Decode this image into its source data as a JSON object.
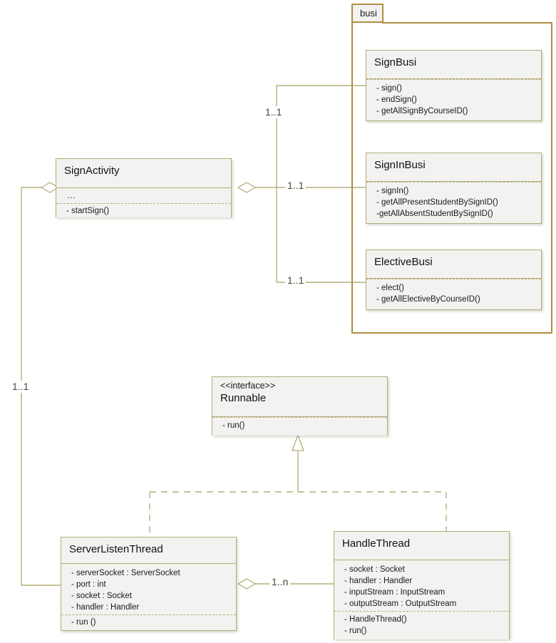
{
  "diagram": {
    "kind": "uml-class-diagram",
    "colors": {
      "package_border": "#b08d3f",
      "class_border": "#b5ad79",
      "class_fill": "#f2f2f0",
      "connector": "#b5ad79",
      "label_text": "#4a4632",
      "background": "#ffffff"
    }
  },
  "package": {
    "name": "busi"
  },
  "classes": {
    "sign_busi": {
      "name": "SignBusi",
      "attributes": [],
      "operations": [
        "- sign()",
        "- endSign()",
        "- getAllSignByCourseID()"
      ]
    },
    "sign_in_busi": {
      "name": "SignInBusi",
      "attributes": [],
      "operations": [
        "- signIn()",
        "- getAllPresentStudentBySignID()",
        "-getAllAbsentStudentBySignID()"
      ]
    },
    "elective_busi": {
      "name": "ElectiveBusi",
      "attributes": [],
      "operations": [
        "- elect()",
        "- getAllElectiveByCourseID()"
      ]
    },
    "sign_activity": {
      "name": "SignActivity",
      "attributes": [
        "..."
      ],
      "operations": [
        "- startSign()"
      ]
    },
    "runnable": {
      "stereotype": "<<interface>>",
      "name": "Runnable",
      "attributes": [],
      "operations": [
        "- run()"
      ]
    },
    "server_listen_thread": {
      "name": "ServerListenThread",
      "attributes": [
        "- serverSocket : ServerSocket",
        "- port : int",
        "- socket : Socket",
        "- handler : Handler"
      ],
      "operations": [
        "- run ()"
      ]
    },
    "handle_thread": {
      "name": "HandleThread",
      "attributes": [
        "- socket : Socket",
        "- handler : Handler",
        "- inputStream : InputStream",
        "- outputStream : OutputStream"
      ],
      "operations": [
        "- HandleThread()",
        "- run()"
      ]
    }
  },
  "connectors": {
    "sign_activity_to_sign_busi": {
      "multiplicity": "1..1",
      "type": "aggregation"
    },
    "sign_activity_to_sign_in_busi": {
      "multiplicity": "1..1",
      "type": "aggregation"
    },
    "sign_activity_to_elective_busi": {
      "multiplicity": "1..1",
      "type": "aggregation"
    },
    "sign_activity_to_server_listen_thread": {
      "multiplicity": "1..1",
      "type": "aggregation"
    },
    "server_listen_thread_to_handle_thread": {
      "multiplicity": "1..n",
      "type": "aggregation"
    },
    "server_listen_thread_realizes_runnable": {
      "multiplicity": "",
      "type": "realization"
    },
    "handle_thread_realizes_runnable": {
      "multiplicity": "",
      "type": "realization"
    }
  }
}
